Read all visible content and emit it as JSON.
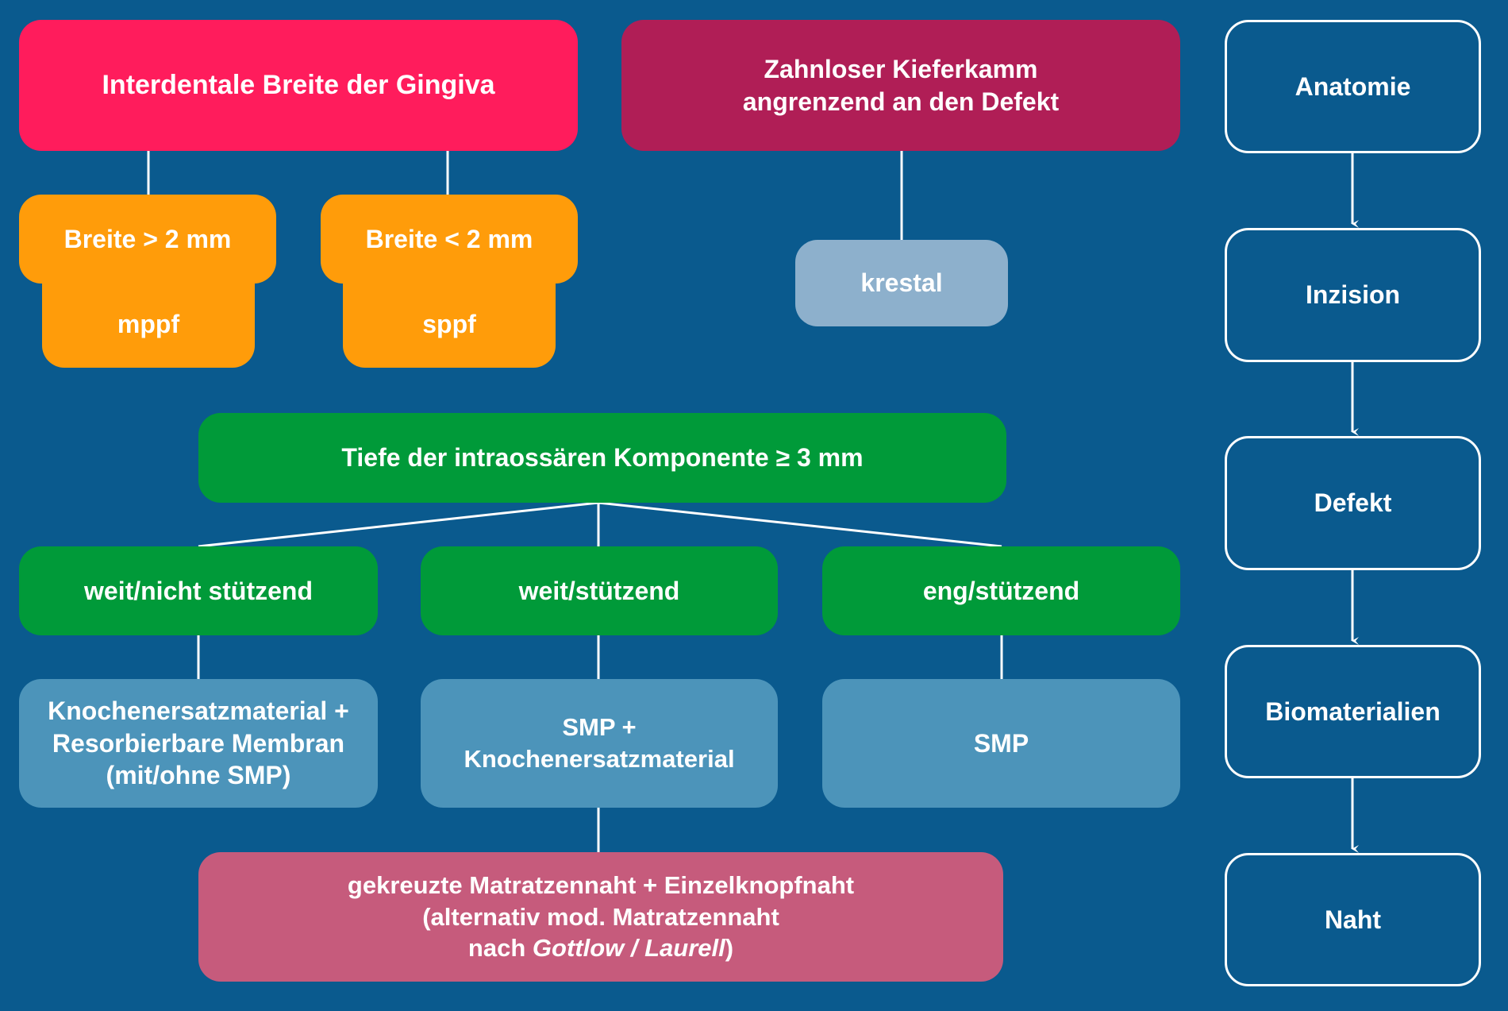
{
  "colors": {
    "background": "#0a5a8e",
    "gingiva_header": "#ff1c5c",
    "kieferkamm_header": "#b01e56",
    "width_options": "#ff9c0a",
    "krestal": "#8db0cc",
    "defect": "#009a39",
    "biomaterial": "#4c94ba",
    "suture": "#c65b7c",
    "connector": "#ffffff"
  },
  "incision": {
    "gingiva_header": "Interdentale Breite der Gingiva",
    "breite_gt": "Breite > 2 mm",
    "breite_lt": "Breite < 2 mm",
    "mppf": "mppf",
    "sppf": "sppf",
    "kieferkamm_header": "Zahnloser Kieferkamm\nangrenzend an den Defekt",
    "krestal": "krestal"
  },
  "defect": {
    "header": "Tiefe der intraossären Komponente ≥ 3 mm",
    "types": [
      {
        "label": "weit/nicht stützend",
        "material": "Knochenersatzmaterial +\nResorbierbare Membran\n(mit/ohne SMP)"
      },
      {
        "label": "weit/stützend",
        "material": "SMP + Knochenersatzmaterial"
      },
      {
        "label": "eng/stützend",
        "material": "SMP"
      }
    ]
  },
  "suture": {
    "line1": "gekreuzte Matratzennaht + Einzelknopfnaht",
    "line2": "(alternativ mod. Matratzennaht",
    "line3_prefix": "nach ",
    "line3_names": "Gottlow / Laurell",
    "line3_suffix": ")"
  },
  "workflow_steps": [
    "Anatomie",
    "Inzision",
    "Defekt",
    "Biomaterialien",
    "Naht"
  ]
}
